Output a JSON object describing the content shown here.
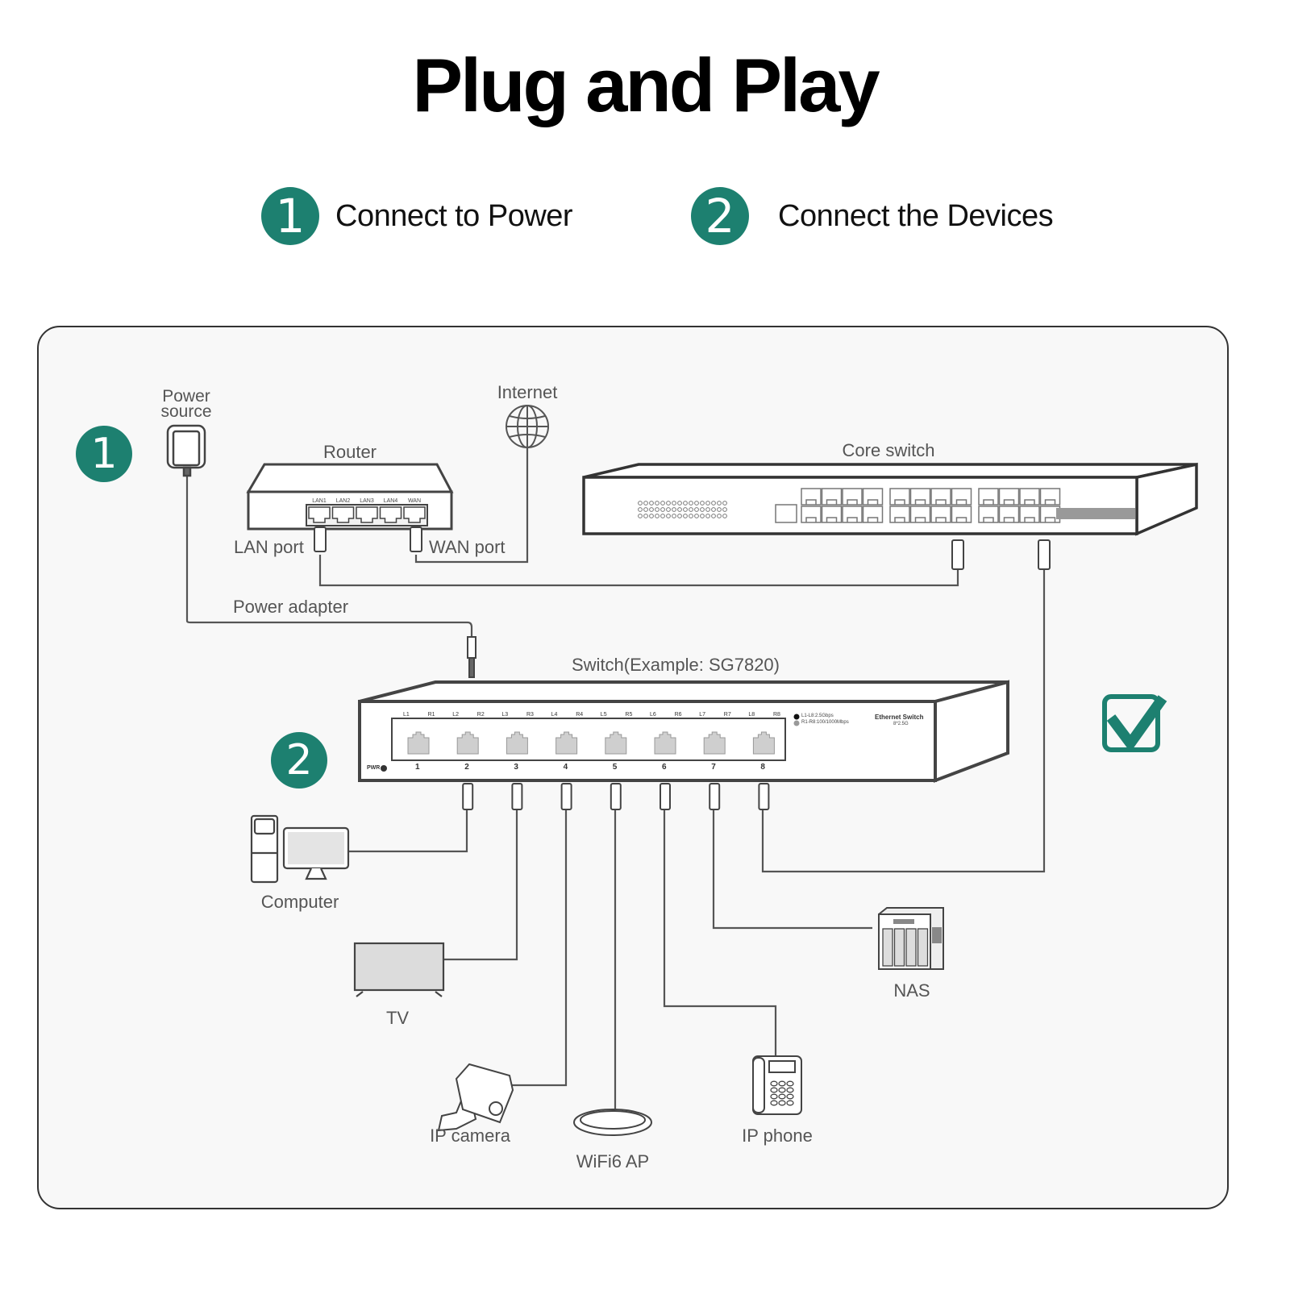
{
  "title": "Plug and Play",
  "steps": [
    {
      "number": "1",
      "label": "Connect to Power"
    },
    {
      "number": "2",
      "label": "Connect the Devices"
    }
  ],
  "colors": {
    "accent": "#1d8070",
    "line": "#555555",
    "panel_bg": "#f8f8f8"
  },
  "labels": {
    "power_source": "Power\nsource",
    "internet": "Internet",
    "router": "Router",
    "lan_port": "LAN port",
    "wan_port": "WAN port",
    "core_switch": "Core switch",
    "power_adapter": "Power adapter",
    "switch": "Switch(Example: SG7820)",
    "computer": "Computer",
    "tv": "TV",
    "ip_camera": "IP camera",
    "wifi_ap": "WiFi6 AP",
    "ip_phone": "IP phone",
    "nas": "NAS"
  },
  "router_ports": [
    "LAN1",
    "LAN2",
    "LAN3",
    "LAN4",
    "WAN"
  ],
  "switch": {
    "led_labels": [
      "L1",
      "R1",
      "L2",
      "R2",
      "L3",
      "R3",
      "L4",
      "R4",
      "L5",
      "R5",
      "L6",
      "R6",
      "L7",
      "R7",
      "L8",
      "R8"
    ],
    "port_numbers": [
      "1",
      "2",
      "3",
      "4",
      "5",
      "6",
      "7",
      "8"
    ],
    "pwr_label": "PWR",
    "legend": [
      "L1-L8:2.5Gbps",
      "R1-R8:100/1000Mbps"
    ],
    "brand": "Ethernet Switch",
    "model_note": "8*2.5G"
  },
  "icons": {
    "check": "checkbox-checked-icon",
    "globe": "globe-icon",
    "plug": "power-plug-icon"
  }
}
